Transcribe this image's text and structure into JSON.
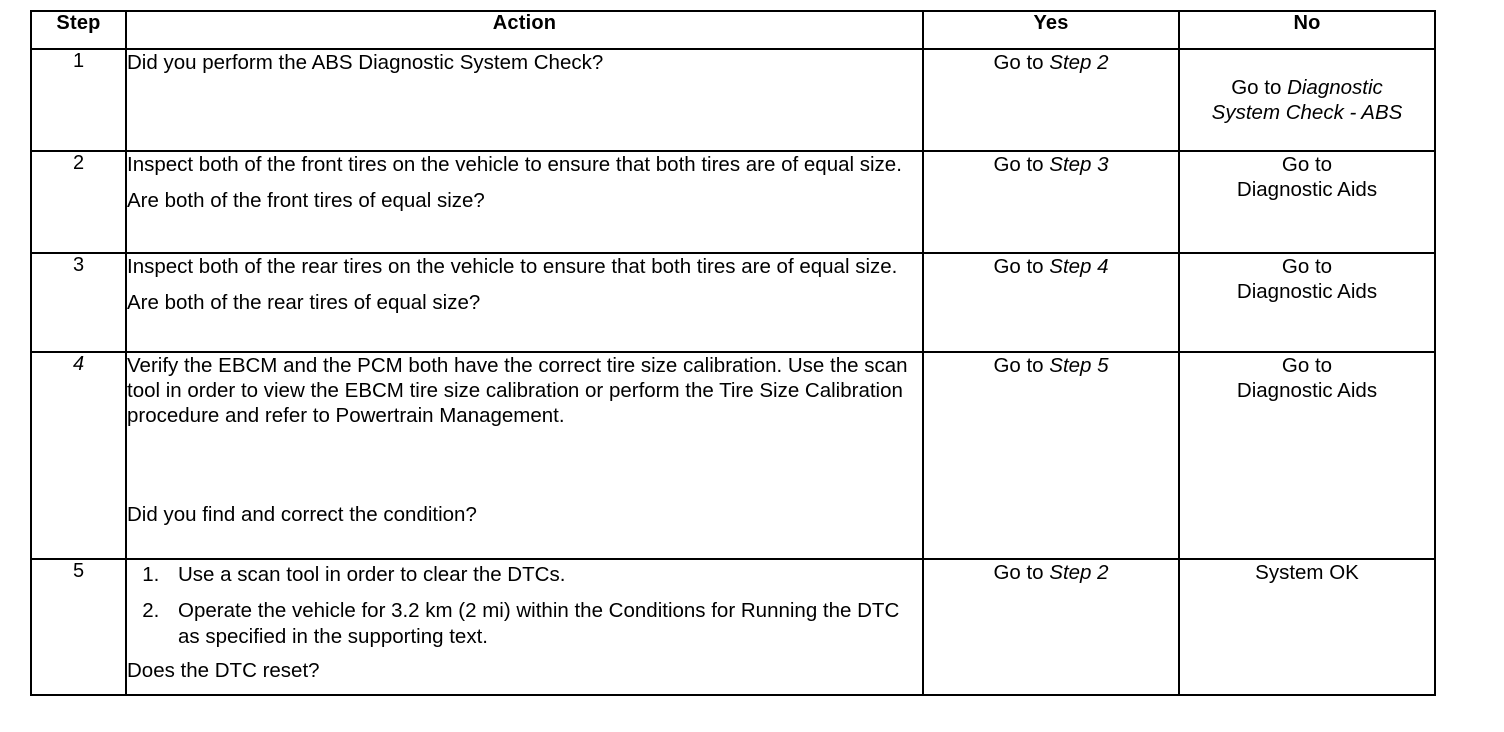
{
  "table": {
    "columns": [
      {
        "key": "step",
        "label": "Step"
      },
      {
        "key": "action",
        "label": "Action"
      },
      {
        "key": "yes",
        "label": "Yes"
      },
      {
        "key": "no",
        "label": "No"
      }
    ],
    "rows": [
      {
        "step": "1",
        "action": {
          "paragraphs": [
            "Did you perform the ABS Diagnostic System Check?"
          ]
        },
        "yes": {
          "prefix": "Go to ",
          "ref": "Step 2"
        },
        "no": {
          "line1_prefix": "Go to ",
          "line1_ref": "Diagnostic",
          "line2_ref": "System Check - ABS"
        }
      },
      {
        "step": "2",
        "action": {
          "paragraphs": [
            "Inspect both of the front tires on the vehicle to ensure that both tires are of equal size.",
            "Are both of the front tires of equal size?"
          ]
        },
        "yes": {
          "prefix": "Go to ",
          "ref": "Step 3"
        },
        "no": {
          "line1": "Go to",
          "line2": "Diagnostic Aids"
        }
      },
      {
        "step": "3",
        "action": {
          "paragraphs": [
            "Inspect both of the rear tires on the vehicle to ensure that both tires are of equal size.",
            "Are both of the rear tires of equal size?"
          ]
        },
        "yes": {
          "prefix": "Go to ",
          "ref": "Step 4"
        },
        "no": {
          "line1": "Go to",
          "line2": "Diagnostic Aids"
        }
      },
      {
        "step": "4",
        "action": {
          "paragraphs": [
            "Verify the EBCM and the PCM both have the correct tire size calibration. Use the scan tool in order to view the EBCM tire size calibration or perform the Tire Size Calibration procedure and refer to Powertrain Management.",
            "Did you find and correct the condition?"
          ]
        },
        "yes": {
          "prefix": "Go to ",
          "ref": "Step 5"
        },
        "no": {
          "line1": "Go to",
          "line2": "Diagnostic Aids"
        }
      },
      {
        "step": "5",
        "action": {
          "list": [
            "Use a scan tool in order to clear the DTCs.",
            "Operate the vehicle for 3.2 km (2 mi) within the Conditions for Running the DTC as specified in the supporting text."
          ],
          "closing": "Does the DTC reset?"
        },
        "yes": {
          "prefix": "Go to ",
          "ref": "Step 2"
        },
        "no": {
          "line1": "System OK"
        }
      }
    ]
  },
  "colors": {
    "ink": "#000000",
    "paper": "#ffffff"
  }
}
